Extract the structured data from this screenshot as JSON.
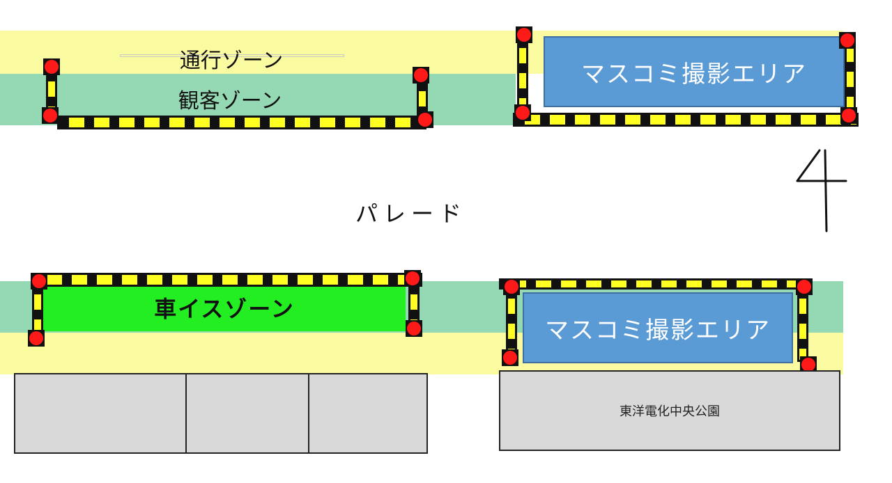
{
  "labels": {
    "tsuko_zone": "通行ゾーン",
    "kankyaku_zone": "観客ゾーン",
    "parade": "パレード",
    "kuruma_isu_zone": "車イスゾーン",
    "mascomi_area_top": "マスコミ撮影エリア",
    "mascomi_area_bottom": "マスコミ撮影エリア",
    "park_name": "東洋電化中央公園",
    "number": "4"
  },
  "colors": {
    "yellow_zone": "#fafaa0",
    "green_zone": "#94d8b4",
    "mascomi_blue": "#5b9bd5",
    "wheelchair_green": "#22ee22",
    "building_gray": "#d9d9d9",
    "barrier_yellow": "#ffff22",
    "barrier_black": "#111111",
    "post_red": "#ff1a1a"
  }
}
